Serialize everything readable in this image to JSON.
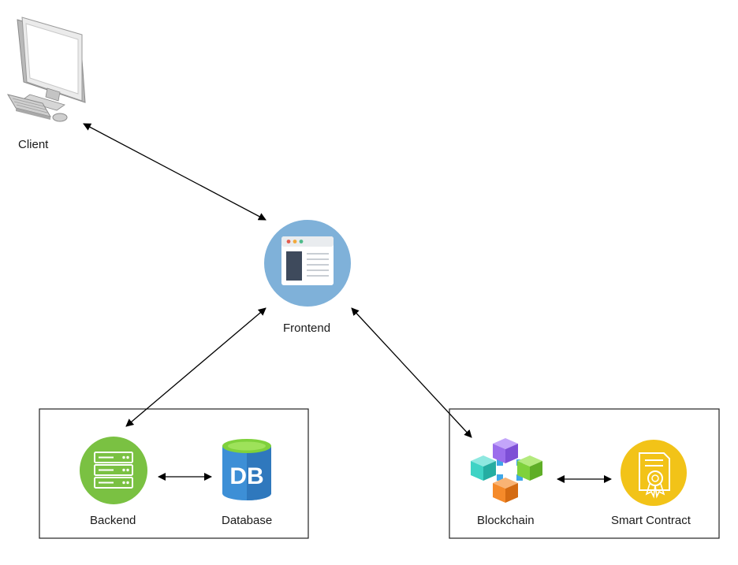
{
  "nodes": {
    "client": {
      "label": "Client"
    },
    "frontend": {
      "label": "Frontend"
    },
    "backend": {
      "label": "Backend"
    },
    "database": {
      "label": "Database",
      "icon_text": "DB"
    },
    "blockchain": {
      "label": "Blockchain"
    },
    "smart_contract": {
      "label": "Smart Contract"
    }
  },
  "colors": {
    "frontend_circle": "#7fb1d9",
    "backend_circle": "#7ac142",
    "database_blue": "#3d8fd6",
    "smart_contract_gold": "#f2c318",
    "cube_purple": "#9b6dec",
    "cube_teal": "#3fd3c5",
    "cube_green": "#7fd13b",
    "cube_orange": "#f58a2a"
  },
  "edges": [
    {
      "from": "client",
      "to": "frontend",
      "direction": "both"
    },
    {
      "from": "frontend",
      "to": "backend",
      "direction": "both"
    },
    {
      "from": "frontend",
      "to": "blockchain",
      "direction": "both"
    },
    {
      "from": "backend",
      "to": "database",
      "direction": "both"
    },
    {
      "from": "blockchain",
      "to": "smart_contract",
      "direction": "both"
    }
  ]
}
